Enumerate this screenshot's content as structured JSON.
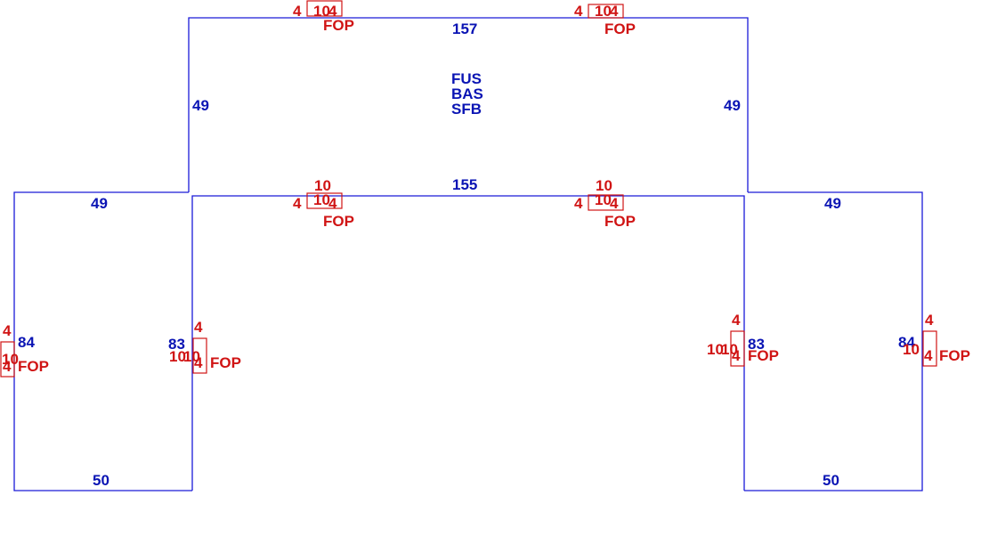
{
  "colors": {
    "outline": "#1a1ad8",
    "dimension_text": "#0a14b4",
    "opening_text": "#d01414"
  },
  "center_labels": [
    "FUS",
    "BAS",
    "SFB"
  ],
  "dimensions": {
    "top_edge": "157",
    "upper_left_edge": "49",
    "upper_right_edge": "49",
    "middle_edge": "155",
    "left_top_edge": "49",
    "right_top_edge": "49",
    "left_outer_edge": "84",
    "left_inner_edge": "83",
    "right_inner_edge": "83",
    "right_outer_edge": "84",
    "left_bottom_edge": "50",
    "right_bottom_edge": "50"
  },
  "openings": {
    "top_left": {
      "left": "4",
      "width": "10",
      "height": "4",
      "label": "FOP"
    },
    "top_right": {
      "left": "4",
      "width": "10",
      "height": "4",
      "label": "FOP"
    },
    "mid_left": {
      "above": "10",
      "left": "4",
      "width": "10",
      "height": "4",
      "label": "FOP"
    },
    "mid_right": {
      "above": "10",
      "left": "4",
      "width": "10",
      "height": "4",
      "label": "FOP"
    },
    "left_outer": {
      "above": "4",
      "width": "10",
      "height": "4",
      "label": "FOP"
    },
    "left_inner": {
      "above": "4",
      "offset": "10",
      "width": "10",
      "height": "4",
      "label": "FOP"
    },
    "right_inner": {
      "above": "4",
      "offset": "10",
      "width": "10",
      "height": "4",
      "label": "FOP"
    },
    "right_outer": {
      "above": "4",
      "offset": "10",
      "height": "4",
      "label": "FOP"
    }
  }
}
